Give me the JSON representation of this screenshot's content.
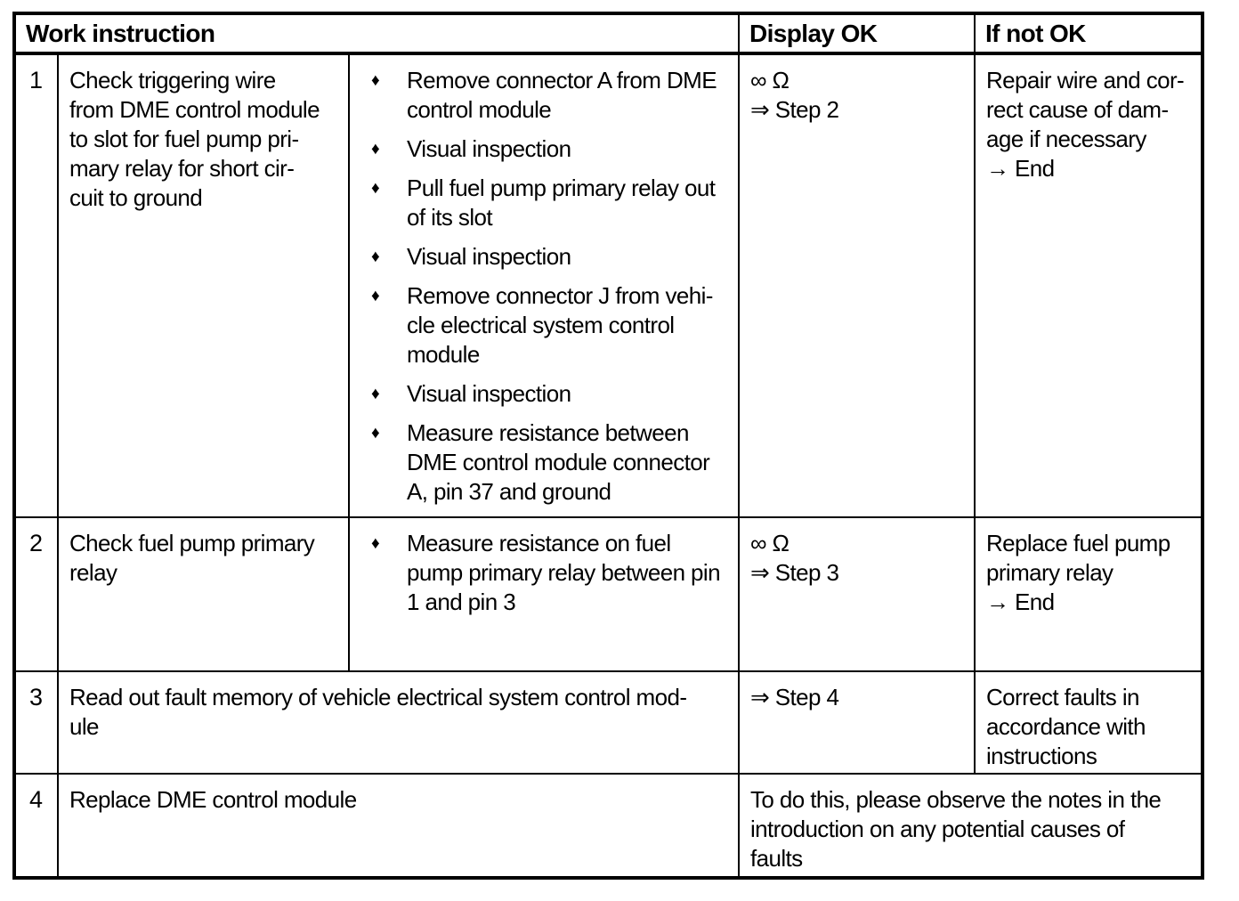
{
  "page": {
    "background_color": "#ffffff",
    "ink_color": "#000000"
  },
  "icons": {
    "bullet": "♦"
  },
  "table": {
    "header": {
      "work_instruction": "Work instruction",
      "display_ok": "Display OK",
      "if_not_ok": "If not OK"
    },
    "rows": [
      {
        "step": "1",
        "description": "Check triggering wire\nfrom DME control module\nto slot for fuel pump pri-\nmary relay for short cir-\ncuit to ground",
        "actions": [
          "Remove connector A from DME\ncontrol module",
          "Visual inspection",
          "Pull fuel pump primary relay out\nof its slot",
          "Visual inspection",
          "Remove connector J from vehi-\ncle electrical system control\nmodule",
          "Visual inspection",
          "Measure resistance between\nDME control module connector\nA, pin 37 and ground"
        ],
        "display_ok": "∞ Ω\n⇒ Step 2",
        "if_not_ok": "Repair wire and cor-\nrect cause of dam-\nage if necessary\n→ End"
      },
      {
        "step": "2",
        "description": "Check fuel pump primary\nrelay",
        "actions": [
          "Measure resistance on fuel\npump primary relay between pin\n1 and pin 3"
        ],
        "display_ok": "∞ Ω\n⇒ Step 3",
        "if_not_ok": "Replace fuel pump\nprimary relay\n→ End"
      },
      {
        "step": "3",
        "description": "Read out fault memory of vehicle electrical system control mod-\nule",
        "display_ok": "⇒ Step 4",
        "if_not_ok": "Correct faults in\naccordance with\ninstructions"
      },
      {
        "step": "4",
        "description": "Replace DME control module",
        "note": "To do this, please observe the notes in the\nintroduction on any potential causes of\nfaults"
      }
    ]
  }
}
